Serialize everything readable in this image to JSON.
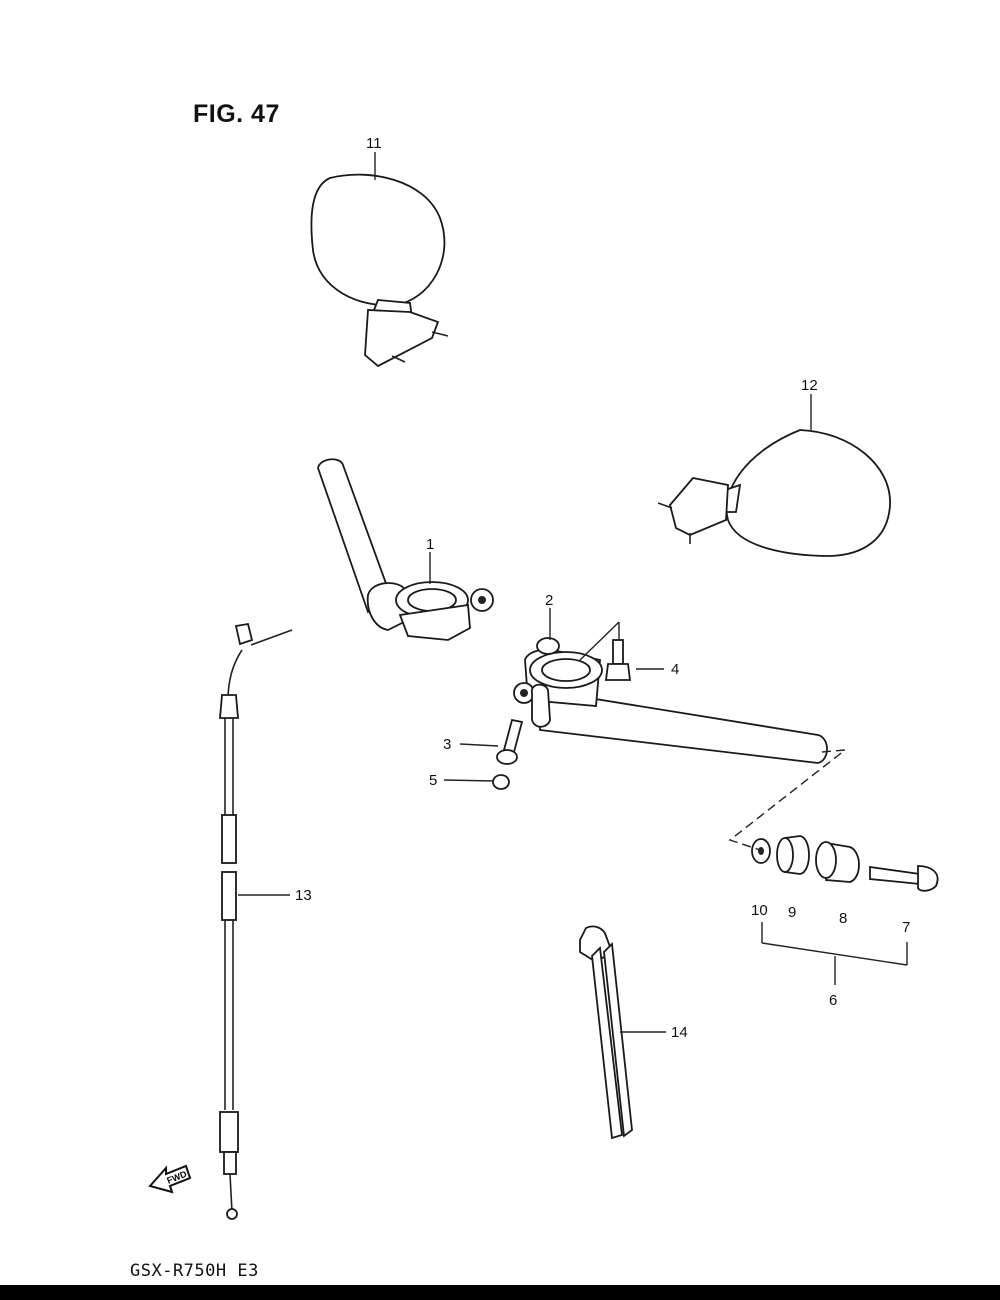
{
  "figure": {
    "title": "FIG. 47"
  },
  "model_code": "GSX-R750H E3",
  "fwd_label": "FWD",
  "parts": [
    {
      "id": "p1",
      "number": "1"
    },
    {
      "id": "p2",
      "number": "2"
    },
    {
      "id": "p3",
      "number": "3"
    },
    {
      "id": "p4",
      "number": "4"
    },
    {
      "id": "p5",
      "number": "5"
    },
    {
      "id": "p6",
      "number": "6"
    },
    {
      "id": "p7",
      "number": "7"
    },
    {
      "id": "p8",
      "number": "8"
    },
    {
      "id": "p9",
      "number": "9"
    },
    {
      "id": "p10",
      "number": "10"
    },
    {
      "id": "p11",
      "number": "11"
    },
    {
      "id": "p12",
      "number": "12"
    },
    {
      "id": "p13",
      "number": "13"
    },
    {
      "id": "p14",
      "number": "14"
    }
  ]
}
